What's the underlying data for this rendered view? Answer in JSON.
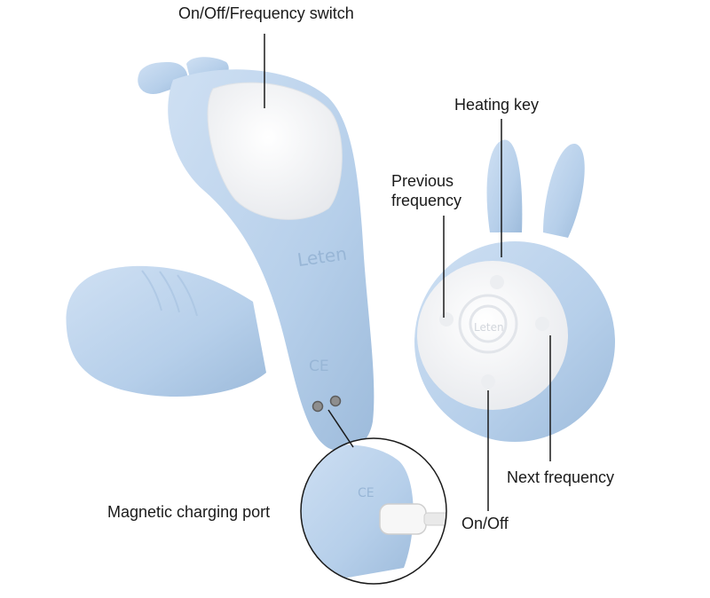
{
  "labels": {
    "on_off_frequency_switch": "On/Off/Frequency switch",
    "heating_key": "Heating key",
    "previous_frequency": "Previous\nfrequency",
    "next_frequency": "Next frequency",
    "on_off": "On/Off",
    "magnetic_charging_port": "Magnetic charging port"
  },
  "branding": {
    "device_logo": "Leten",
    "remote_logo": "Leten",
    "cert_marks": "CE"
  },
  "colors": {
    "device_blue": "#b9d2ec",
    "device_shadow": "#9dbbdb",
    "button_white": "#f4f5f7",
    "leader_line": "#1a1a1a",
    "label_text": "#1a1a1a"
  }
}
